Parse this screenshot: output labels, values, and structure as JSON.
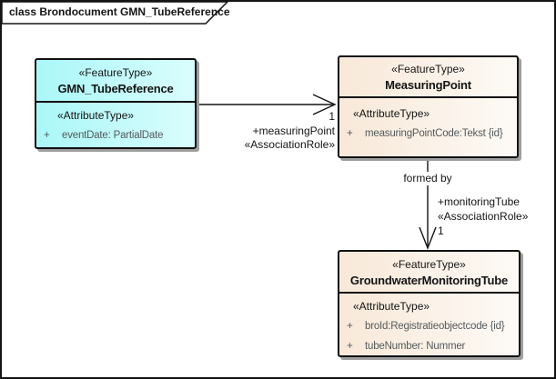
{
  "frame": {
    "title": "class Brondocument GMN_TubeReference"
  },
  "classes": {
    "gmn": {
      "stereotype": "«FeatureType»",
      "name": "GMN_TubeReference",
      "attr_header": "«AttributeType»",
      "attributes": [
        {
          "visibility": "+",
          "text": "eventDate: PartialDate"
        }
      ]
    },
    "measuring_point": {
      "stereotype": "«FeatureType»",
      "name": "MeasuringPoint",
      "attr_header": "«AttributeType»",
      "attributes": [
        {
          "visibility": "+",
          "text": "measuringPointCode:Tekst {id}"
        }
      ]
    },
    "gw_tube": {
      "stereotype": "«FeatureType»",
      "name": "GroundwaterMonitoringTube",
      "attr_header": "«AttributeType»",
      "attributes": [
        {
          "visibility": "+",
          "text": "broId:Registratieobjectcode {id}"
        },
        {
          "visibility": "+",
          "text": "tubeNumber: Nummer"
        }
      ]
    }
  },
  "associations": {
    "to_measuring_point": {
      "multiplicity": "1",
      "role": "+measuringPoint",
      "stereotype": "«AssociationRole»"
    },
    "to_monitoring_tube": {
      "name": "formed by",
      "role": "+monitoringTube",
      "stereotype": "«AssociationRole»",
      "multiplicity": "1"
    }
  },
  "colors": {
    "canvas": "#ffffff",
    "frame_border": "#141414",
    "class_border": "#101010",
    "cyan_left": "#aaf7f8",
    "cyan_right": "#dafdfd",
    "tan_left": "#f8e8d8",
    "tan_right": "#fdfaf6",
    "shadow": "#9e9e9e",
    "attr_text": "#555a5d",
    "text": "#141414"
  }
}
